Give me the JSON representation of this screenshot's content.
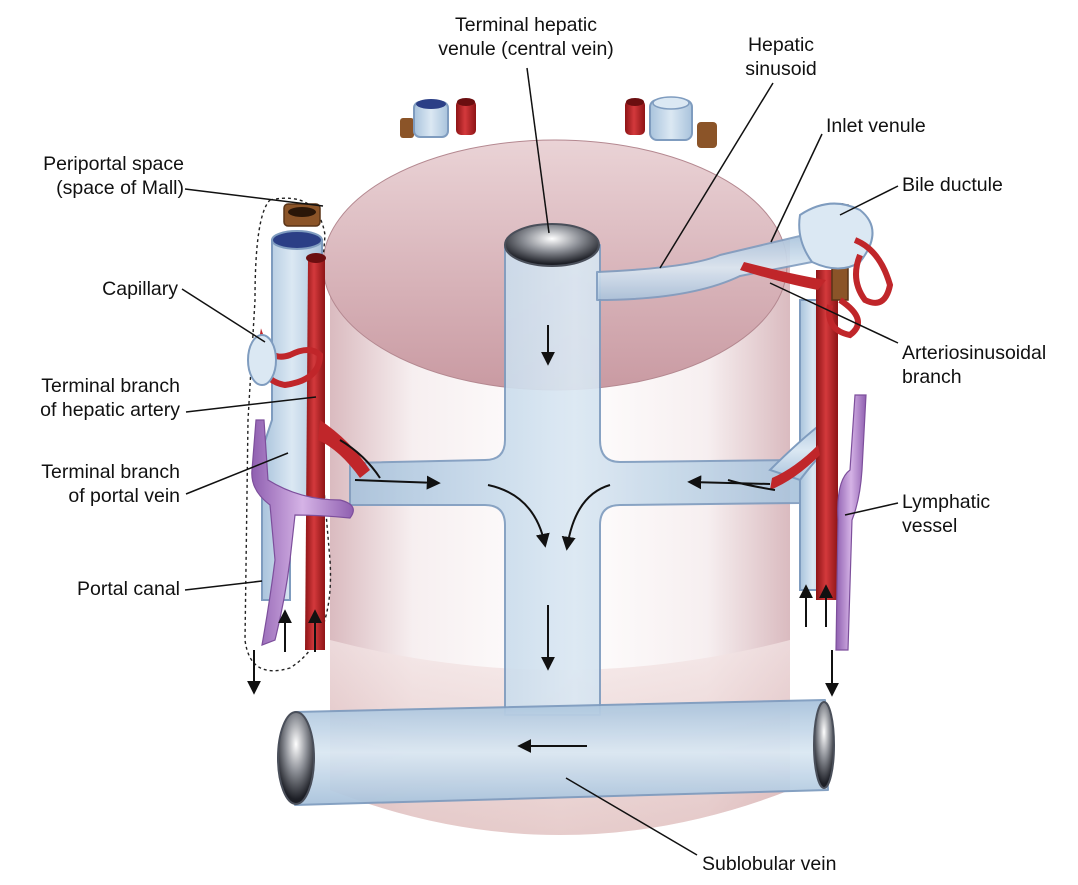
{
  "colors": {
    "lobule_fill": "#c99aa2",
    "vein_fill": "#c7dcec",
    "vein_edge": "#7f9cbf",
    "artery_fill": "#c0262a",
    "artery_dark": "#8e1416",
    "bile_fill": "#8b5428",
    "lymph_fill": "#b98ad3",
    "lymph_edge": "#7d4f9c",
    "leader_line": "#111111",
    "text": "#111111"
  },
  "labels": {
    "terminal_hepatic_venule": [
      "Terminal hepatic",
      "venule (central vein)"
    ],
    "hepatic_sinusoid": [
      "Hepatic",
      "sinusoid"
    ],
    "inlet_venule": [
      "Inlet venule"
    ],
    "bile_ductule": [
      "Bile ductule"
    ],
    "periportal_space": [
      "Periportal space",
      "(space of Mall)"
    ],
    "capillary": [
      "Capillary"
    ],
    "terminal_branch_hepatic_artery": [
      "Terminal branch",
      "of hepatic artery"
    ],
    "terminal_branch_portal_vein": [
      "Terminal branch",
      "of portal vein"
    ],
    "portal_canal": [
      "Portal canal"
    ],
    "arteriosinusoidal_branch": [
      "Arteriosinusoidal",
      "branch"
    ],
    "lymphatic_vessel": [
      "Lymphatic",
      "vessel"
    ],
    "sublobular_vein": [
      "Sublobular vein"
    ]
  }
}
